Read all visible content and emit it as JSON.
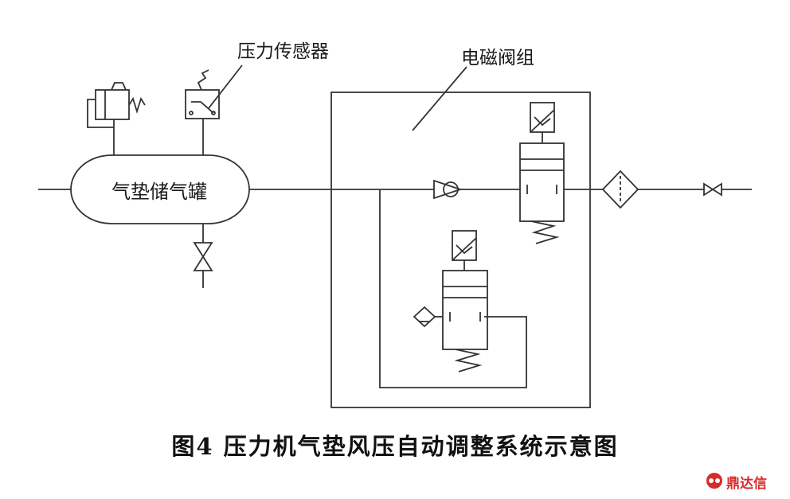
{
  "labels": {
    "pressure_sensor": "压力传感器",
    "valve_group": "电磁阀组",
    "tank": "气垫储气罐"
  },
  "caption": "图4 压力机气垫风压自动调整系统示意图",
  "watermark": {
    "text": "鼎达信",
    "color": "#d62b2b"
  },
  "colors": {
    "line": "#333333",
    "text": "#111111"
  }
}
